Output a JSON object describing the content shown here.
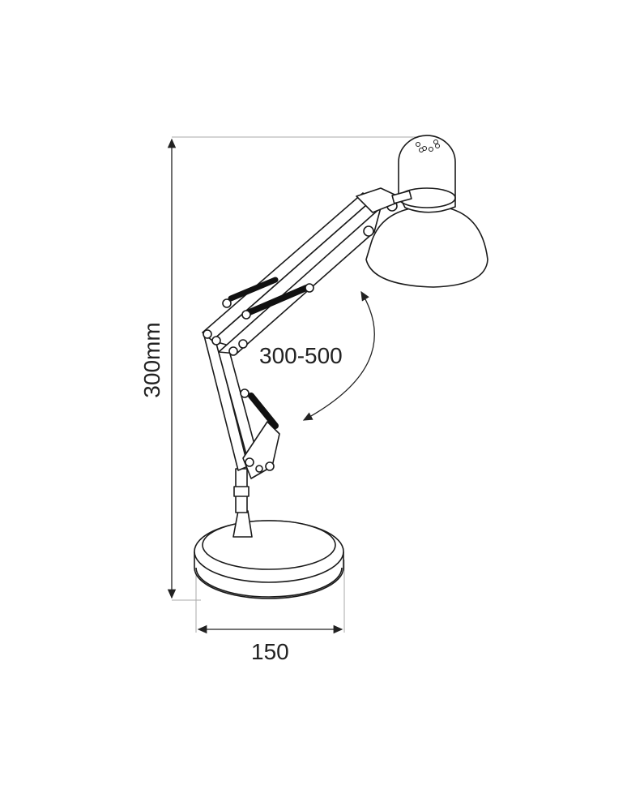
{
  "dimensions": {
    "height_label": "300mm",
    "width_label": "150",
    "arm_range_label": "300-500"
  },
  "colors": {
    "line": "#1a1a1a",
    "dimension_line": "#9a9a9a",
    "spring": "#111111"
  }
}
